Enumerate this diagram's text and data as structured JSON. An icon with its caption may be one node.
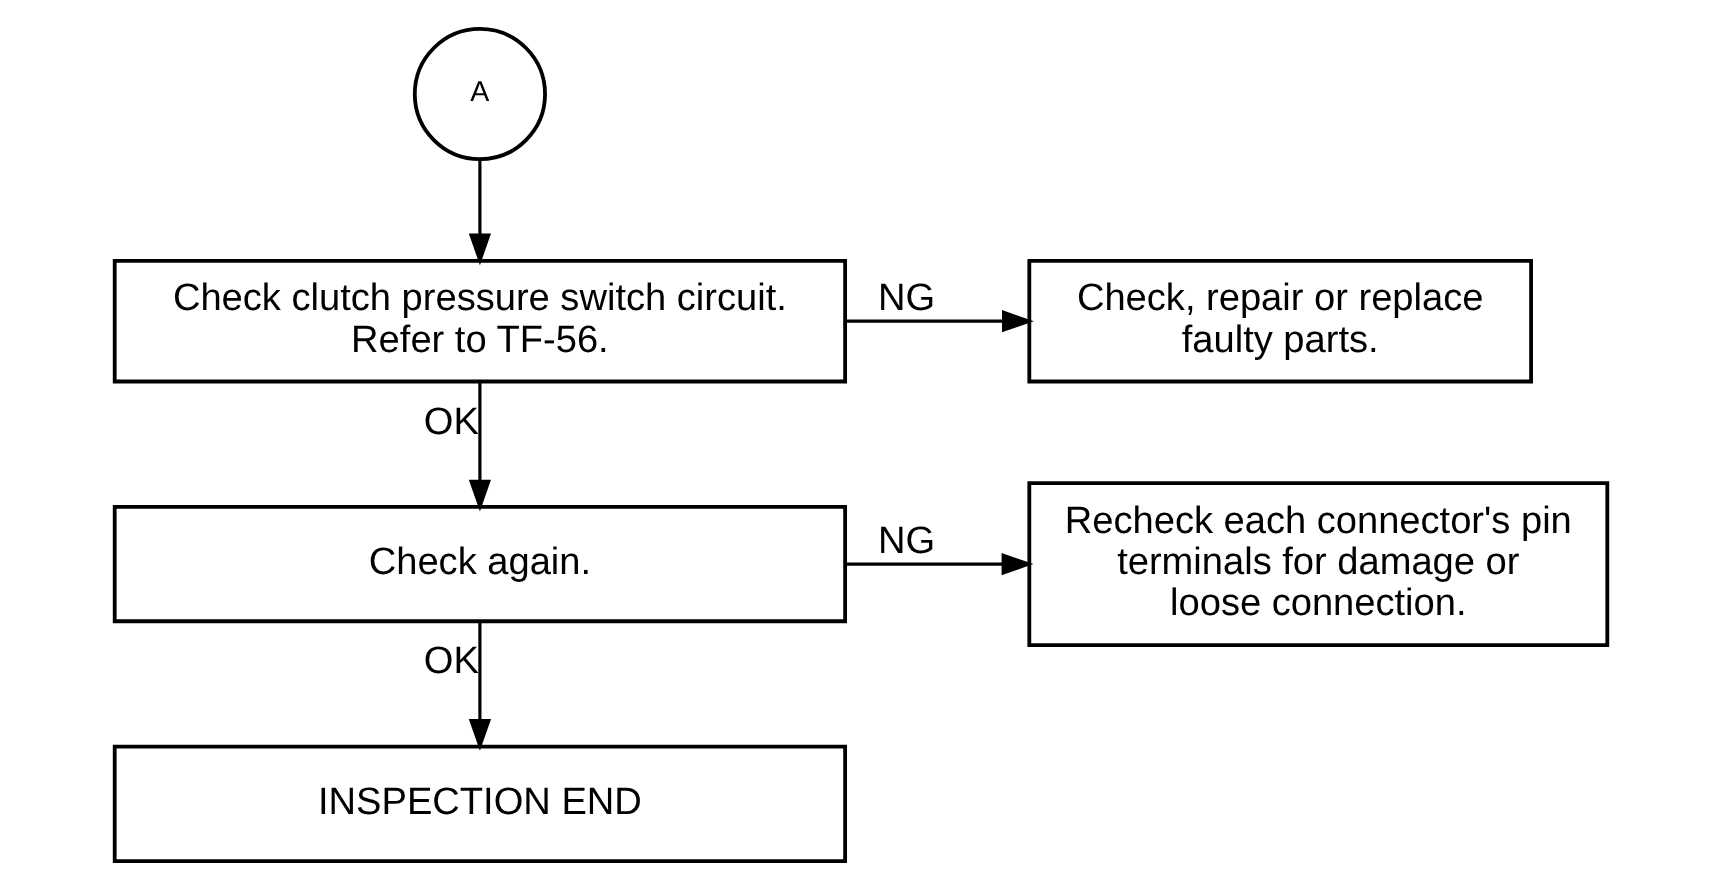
{
  "diagram": {
    "nodes": [
      {
        "text": [
          "A"
        ]
      },
      {
        "text": [
          "Check clutch pressure switch circuit. Refer to TF-56."
        ]
      },
      {
        "text": [
          "Check, repair or replace faulty parts."
        ]
      },
      {
        "text": [
          "Check again."
        ]
      },
      {
        "text": [
          "Recheck each connector's pin terminals for damage or loose connection."
        ]
      },
      {
        "text": [
          "INSPECTION END"
        ]
      }
    ],
    "edges": [
      {
        "from": 0,
        "to": 1,
        "arrow": "to"
      },
      {
        "from": 1,
        "to": 2,
        "arrow": "to",
        "label": "NG"
      },
      {
        "from": 1,
        "to": 3,
        "arrow": "to",
        "label": "OK"
      },
      {
        "from": 3,
        "to": 4,
        "arrow": "to",
        "label": "NG"
      },
      {
        "from": 3,
        "to": 5,
        "arrow": "to",
        "label": "OK"
      }
    ]
  }
}
